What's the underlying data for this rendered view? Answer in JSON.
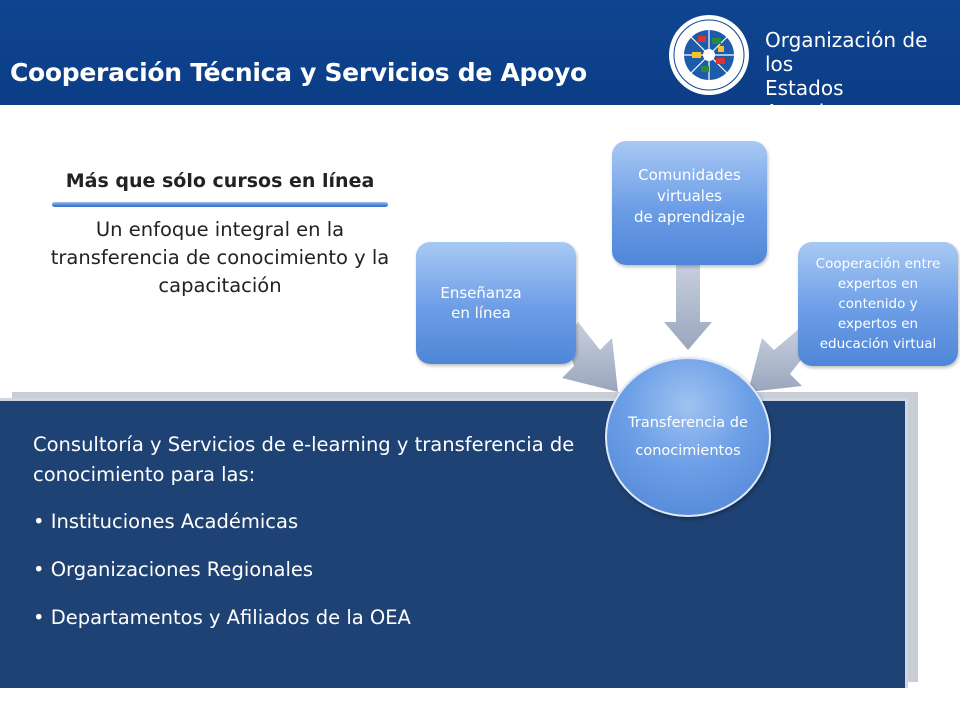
{
  "header": {
    "title": "Cooperación Técnica y Servicios de Apoyo",
    "org_name_line1": "Organización de los",
    "org_name_line2": "Estados Americanos",
    "brand_color": "#0f4590",
    "logo_icon": "oas-seal-icon"
  },
  "intro": {
    "subtitle": "Más que sólo cursos en línea",
    "description": "Un enfoque integral en la transferencia de conocimiento y la capacitación"
  },
  "panel": {
    "intro_text": "Consultoría y Servicios de e-learning y transferencia de conocimiento para las:",
    "bullets": [
      "Instituciones Académicas",
      "Organizaciones Regionales",
      "Departamentos y Afiliados de la OEA"
    ],
    "background_color": "#1f4275"
  },
  "diagram": {
    "center": [
      "Transferencia",
      "de",
      "conocimientos"
    ],
    "nodes": [
      {
        "lines": [
          "Enseñanza",
          "en línea"
        ]
      },
      {
        "lines": [
          "Comunidades",
          "virtuales",
          "de aprendizaje"
        ]
      },
      {
        "lines": [
          "Cooperación entre",
          "expertos en",
          "contenido y",
          "expertos en",
          "educación virtual"
        ]
      }
    ],
    "node_color": "#6c9de6",
    "arrow_color": "#aeb8cb"
  }
}
